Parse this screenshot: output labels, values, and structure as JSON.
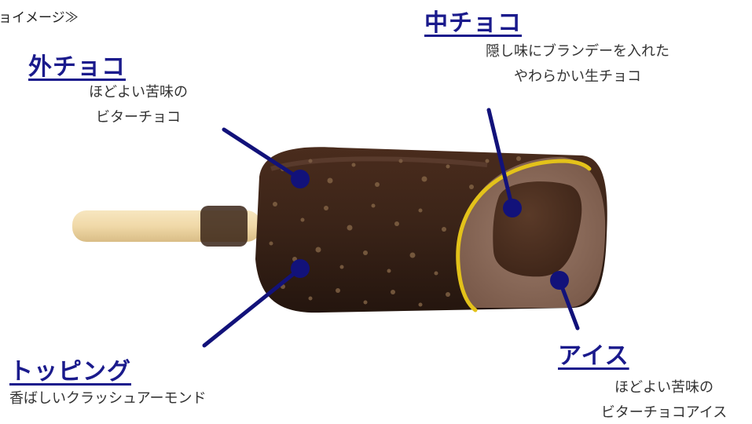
{
  "caption": "ョイメージ≫",
  "labels": {
    "outer": {
      "title": "外チョコ",
      "lines": [
        "ほどよい苦味の",
        "ビターチョコ"
      ]
    },
    "center": {
      "title": "中チョコ",
      "lines": [
        "隠し味にブランデーを入れた",
        "やわらかい生チョコ"
      ]
    },
    "topping": {
      "title": "トッピング",
      "lines": [
        "香ばしいクラッシュアーモンド"
      ]
    },
    "ice": {
      "title": "アイス",
      "lines": [
        "ほどよい苦味の",
        "ビターチョコアイス"
      ]
    }
  },
  "colors": {
    "label": "#1a1a8c",
    "pointer": "#12127a",
    "cross_section_ring": "#e3c21a",
    "chocolate_coating": "#3b2418",
    "ice_cream": "#8a6a5a",
    "ganache": "#4a2e20",
    "stick": "#f0d9a8"
  }
}
